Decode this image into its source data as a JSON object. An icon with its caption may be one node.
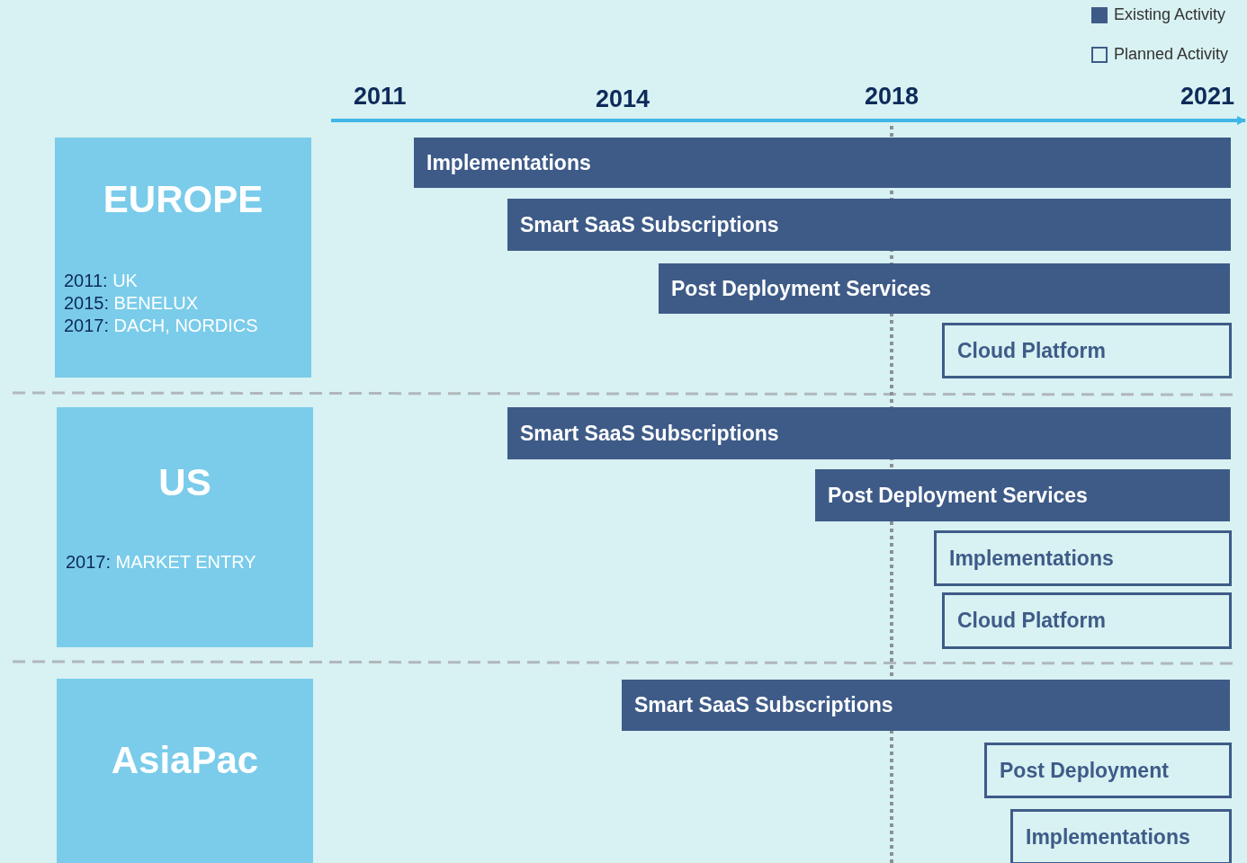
{
  "diagram": {
    "nodes": [
      {
        "text": [
          "EUROPE",
          "2011: UK",
          "2015: BENELUX",
          "2017: DACH, NORDICS"
        ]
      },
      {
        "text": [
          "Implementations"
        ]
      },
      {
        "text": [
          "Smart SaaS Subscriptions"
        ]
      },
      {
        "text": [
          "Post Deployment Services"
        ]
      },
      {
        "text": [
          "Cloud Platform"
        ]
      },
      {
        "text": [
          "US",
          "2017: MARKET ENTRY"
        ]
      },
      {
        "text": [
          "Smart SaaS Subscriptions"
        ]
      },
      {
        "text": [
          "Post Deployment Services"
        ]
      },
      {
        "text": [
          "Implementations"
        ]
      },
      {
        "text": [
          "Cloud Platform"
        ]
      },
      {
        "text": [
          "AsiaPac"
        ]
      },
      {
        "text": [
          "Smart SaaS Subscriptions"
        ]
      },
      {
        "text": [
          "Post Deployment"
        ]
      },
      {
        "text": [
          "Implementations"
        ]
      }
    ],
    "labels": [
      "2011",
      "2014",
      "2018",
      "2021"
    ],
    "legend": [
      {
        "text": "Existing Activity",
        "color": "#3e5b88"
      },
      {
        "text": "Planned Activity"
      }
    ]
  }
}
